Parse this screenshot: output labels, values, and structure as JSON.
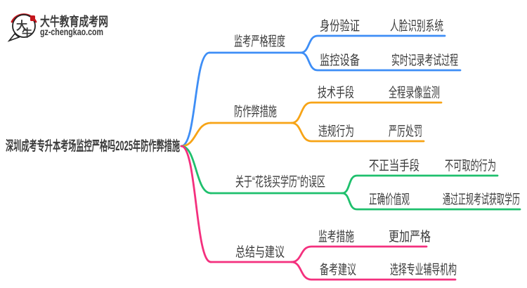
{
  "brand": {
    "name": "大牛教育成考网",
    "url": "gz-chengkao.com",
    "logo_chars_top": "大",
    "logo_chars_bottom": "牛",
    "color": "#2e9432",
    "seal_color": "#c5161d"
  },
  "mindmap": {
    "root": "深圳成考专升本考场监控严格吗2025年防作弊措施",
    "root_text_color": "#3a3a3a",
    "branches": [
      {
        "label": "监考严格程度",
        "color": "#3e8ef6",
        "children": [
          {
            "label": "身份验证",
            "leaf": "人脸识别系统"
          },
          {
            "label": "监控设备",
            "leaf": "实时记录考试过程"
          }
        ]
      },
      {
        "label": "防作弊措施",
        "color": "#f7a416",
        "children": [
          {
            "label": "技术手段",
            "leaf": "全程录像监测"
          },
          {
            "label": "违规行为",
            "leaf": "严厉处罚"
          }
        ]
      },
      {
        "label": "关于“花钱买学历”的误区",
        "color": "#1fc06d",
        "children": [
          {
            "label": "不正当手段",
            "leaf": "不可取的行为"
          },
          {
            "label": "正确价值观",
            "leaf": "通过正规考试获取学历"
          }
        ]
      },
      {
        "label": "总结与建议",
        "color": "#f4307e",
        "children": [
          {
            "label": "监考措施",
            "leaf": "更加严格"
          },
          {
            "label": "备考建议",
            "leaf": "选择专业辅导机构"
          }
        ]
      }
    ]
  }
}
